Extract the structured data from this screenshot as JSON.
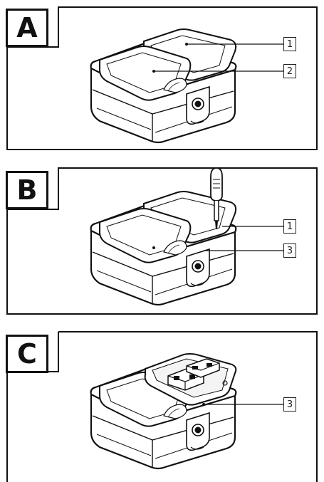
{
  "panels": [
    {
      "letter": "A",
      "callouts": [
        "1",
        "2"
      ]
    },
    {
      "letter": "B",
      "callouts": [
        "1",
        "3"
      ]
    },
    {
      "letter": "C",
      "callouts": [
        "3"
      ]
    }
  ]
}
